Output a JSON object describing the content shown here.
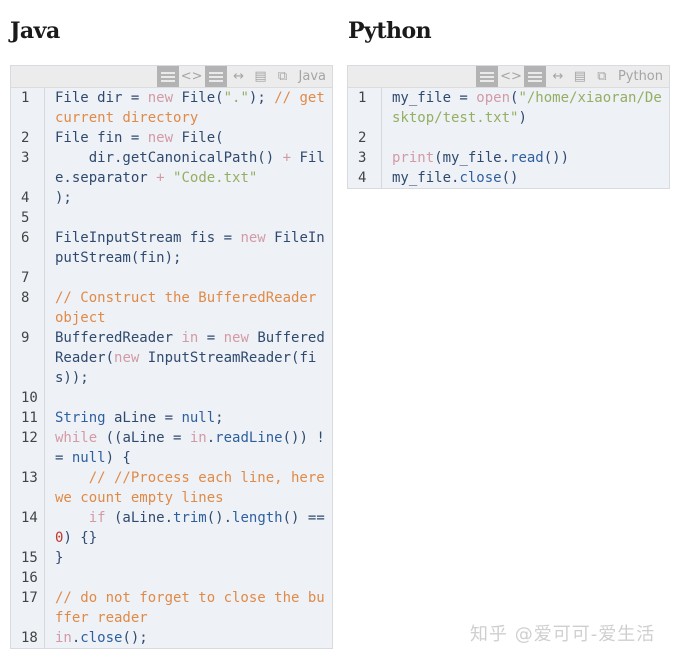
{
  "java": {
    "title": "Java",
    "toolbar": {
      "language": "Java",
      "icons": [
        "view-source-icon",
        "code-icon",
        "wrap-icon",
        "expand-icon",
        "copy-icon",
        "popout-icon"
      ]
    },
    "lines": [
      {
        "n": "1",
        "html": "File dir = <span class=\"kw\">new</span> File(<span class=\"str\">\".\"</span>); <span class=\"cm\">// get current directory</span>"
      },
      {
        "n": "2",
        "html": "File fin = <span class=\"kw\">new</span> File("
      },
      {
        "n": "3",
        "html": "    dir.getCanonicalPath() <span class=\"kw\">+</span> File.separator <span class=\"kw\">+</span> <span class=\"str\">\"Code.txt\"</span>"
      },
      {
        "n": "4",
        "html": ");"
      },
      {
        "n": "5",
        "html": ""
      },
      {
        "n": "6",
        "html": "FileInputStream fis = <span class=\"kw\">new</span> FileInputStream(fin);"
      },
      {
        "n": "7",
        "html": ""
      },
      {
        "n": "8",
        "html": "<span class=\"cm\">// Construct the BufferedReader object</span>"
      },
      {
        "n": "9",
        "html": "BufferedReader <span class=\"kw\">in</span> = <span class=\"kw\">new</span> BufferedReader(<span class=\"kw\">new</span> InputStreamReader(fis));"
      },
      {
        "n": "10",
        "html": ""
      },
      {
        "n": "11",
        "html": "<span class=\"fn\">String</span> aLine = <span class=\"fn\">null</span>;"
      },
      {
        "n": "12",
        "html": "<span class=\"kw\">while</span> ((aLine = <span class=\"kw\">in</span>.<span class=\"fn\">readLine</span>()) != <span class=\"fn\">null</span>) {"
      },
      {
        "n": "13",
        "html": "    <span class=\"cm\">// //Process each line, here we count empty lines</span>"
      },
      {
        "n": "14",
        "html": "    <span class=\"kw\">if</span> (aLine.<span class=\"fn\">trim</span>().<span class=\"fn\">length</span>() == <span class=\"num\">0</span>) {}"
      },
      {
        "n": "15",
        "html": "}"
      },
      {
        "n": "16",
        "html": ""
      },
      {
        "n": "17",
        "html": "<span class=\"cm\">// do not forget to close the buffer reader</span>"
      },
      {
        "n": "18",
        "html": "<span class=\"kw\">in</span>.<span class=\"fn\">close</span>();"
      }
    ]
  },
  "python": {
    "title": "Python",
    "toolbar": {
      "language": "Python",
      "icons": [
        "view-source-icon",
        "code-icon",
        "wrap-icon",
        "expand-icon",
        "copy-icon",
        "popout-icon"
      ]
    },
    "lines": [
      {
        "n": "1",
        "html": "my_file = <span class=\"kw\">open</span>(<span class=\"str\">\"/home/xiaoran/Desktop/test.txt\"</span>)"
      },
      {
        "n": "2",
        "html": ""
      },
      {
        "n": "3",
        "html": "<span class=\"kw\">print</span>(my_file.<span class=\"fn\">read</span>())"
      },
      {
        "n": "4",
        "html": "my_file.<span class=\"fn\">close</span>()"
      }
    ]
  },
  "watermark": "知乎 @爱可可-爱生活"
}
